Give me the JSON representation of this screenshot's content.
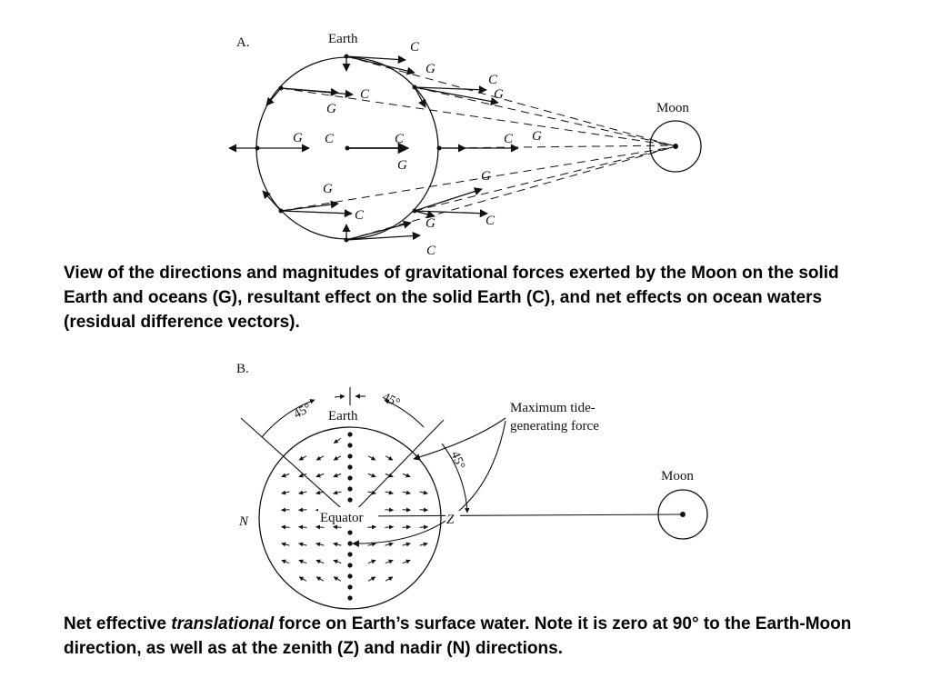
{
  "diagram_a": {
    "panel_label": "A.",
    "earth_label": "Earth",
    "moon_label": "Moon",
    "vector_labels": {
      "centrifugal": "C",
      "gravitational": "G"
    }
  },
  "caption_a": "View of the directions and magnitudes of gravitational forces exerted by the Moon on the solid Earth and oceans (G), resultant effect on the solid Earth (C), and net effects on ocean waters (residual difference vectors).",
  "diagram_b": {
    "panel_label": "B.",
    "earth_label": "Earth",
    "moon_label": "Moon",
    "equator_label": "Equator",
    "nadir_label": "N",
    "zenith_label": "Z",
    "angle_label": "45°",
    "max_force_label_line1": "Maximum tide-",
    "max_force_label_line2": "generating force"
  },
  "caption_b": {
    "part1": "Net effective ",
    "part2_italic": "translational",
    "part3": " force on Earth’s surface water. Note it is zero at 90° to the Earth-Moon direction, as well as at the zenith (Z) and nadir (N) directions."
  },
  "colors": {
    "ink": "#111111",
    "background": "#ffffff"
  }
}
